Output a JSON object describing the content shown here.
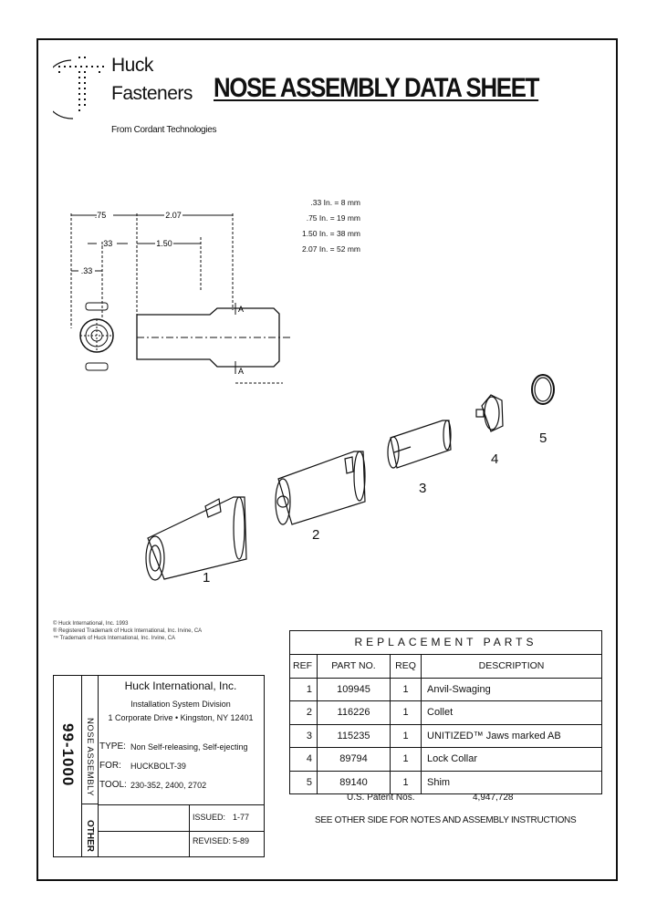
{
  "logo": {
    "line1": "Huck",
    "line2": "Fasteners",
    "tagline": "From Cordant Technologies"
  },
  "title": "NOSE ASSEMBLY DATA SHEET",
  "conversions": [
    ".33 In. = 8 mm",
    ".75 In. = 19 mm",
    "1.50 In. = 38 mm",
    "2.07 In. = 52 mm"
  ],
  "dimensions": {
    "d75": ".75",
    "d207": "2.07",
    "d33a": ".33",
    "d150": "1.50",
    "d33b": ".33"
  },
  "section_marks": {
    "top": "A",
    "bottom": "A"
  },
  "part_labels": [
    "1",
    "2",
    "3",
    "4",
    "5"
  ],
  "copyright": [
    "© Huck International, Inc. 1993",
    "® Registered Trademark of Huck International, Inc. Irvine, CA",
    "™ Trademark of Huck International, Inc. Irvine, CA"
  ],
  "replacement_parts": {
    "heading": "REPLACEMENT PARTS",
    "columns": {
      "ref": "REF",
      "part_no": "PART NO.",
      "req": "REQ",
      "description": "DESCRIPTION"
    },
    "rows": [
      {
        "ref": "1",
        "part_no": "109945",
        "req": "1",
        "description": "Anvil-Swaging"
      },
      {
        "ref": "2",
        "part_no": "116226",
        "req": "1",
        "description": "Collet"
      },
      {
        "ref": "3",
        "part_no": "115235",
        "req": "1",
        "description": "UNITIZED™ Jaws marked AB"
      },
      {
        "ref": "4",
        "part_no": "89794",
        "req": "1",
        "description": "Lock Collar"
      },
      {
        "ref": "5",
        "part_no": "89140",
        "req": "1",
        "description": "Shim"
      }
    ],
    "patent_label": "U.S. Patent Nos.",
    "patent_value": "4,947,728",
    "note": "SEE OTHER SIDE FOR NOTES AND ASSEMBLY INSTRUCTIONS"
  },
  "info": {
    "doc_number": "99-1000",
    "category": "NOSE ASSEMBLY",
    "other": "OTHER",
    "company": "Huck International, Inc.",
    "division": "Installation System Division",
    "address": "1 Corporate Drive • Kingston, NY 12401",
    "type_label": "TYPE:",
    "type_value": "Non Self-releasing, Self-ejecting",
    "for_label": "FOR:",
    "for_value": "HUCKBOLT-39",
    "tool_label": "TOOL:",
    "tool_value": "230-352, 2400, 2702",
    "issued_label": "ISSUED:",
    "issued_value": "1-77",
    "revised_label": "REVISED:",
    "revised_value": "5-89"
  }
}
